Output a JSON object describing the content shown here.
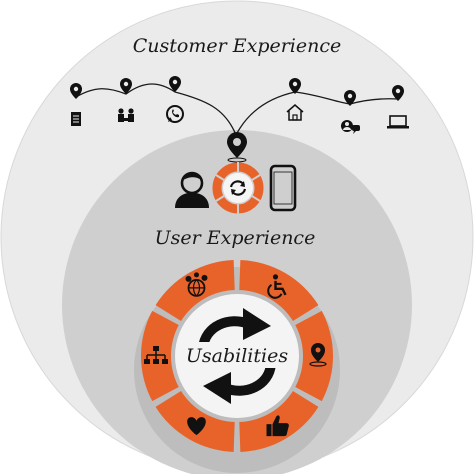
{
  "outer_label": "Customer Experience",
  "middle_label": "User Experience",
  "center_label": "Usabilities",
  "colors": {
    "outer_circle": "#ebebeb",
    "middle_circle": "#cfcfcf",
    "inner_circle": "#bdbdbd",
    "accent": "#e8632a",
    "dark": "#111111",
    "line": "#1a1a1a"
  },
  "journey_pins": [
    {
      "name": "document-icon"
    },
    {
      "name": "meeting-icon"
    },
    {
      "name": "whatsapp-icon"
    },
    {
      "name": "home-icon"
    },
    {
      "name": "support-chat-icon"
    },
    {
      "name": "laptop-icon"
    }
  ],
  "user_devices": [
    "person-icon",
    "sync-icon",
    "smartphone-icon"
  ],
  "usability_segments": [
    "accessibility-icon",
    "location-pin-icon",
    "thumbs-up-icon",
    "heart-icon",
    "hierarchy-icon",
    "global-network-icon"
  ]
}
